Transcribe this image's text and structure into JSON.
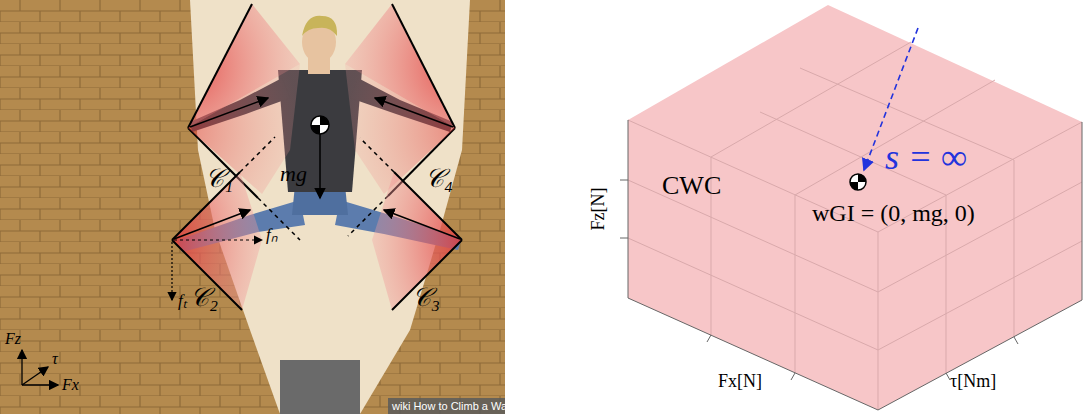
{
  "diagram": {
    "labels": [
      "𝒞₁",
      "𝒞₄",
      "mg",
      "fₙ",
      "𝒞₂",
      "𝒞₃",
      "fₜ",
      "Fz",
      "τ",
      "Fx",
      "wiki How to Climb a Wall",
      "CWC",
      "s = ∞",
      "wGI = (0, mg, 0)",
      "Fz[N]",
      "Fx[N]",
      "τ[Nm]"
    ]
  }
}
